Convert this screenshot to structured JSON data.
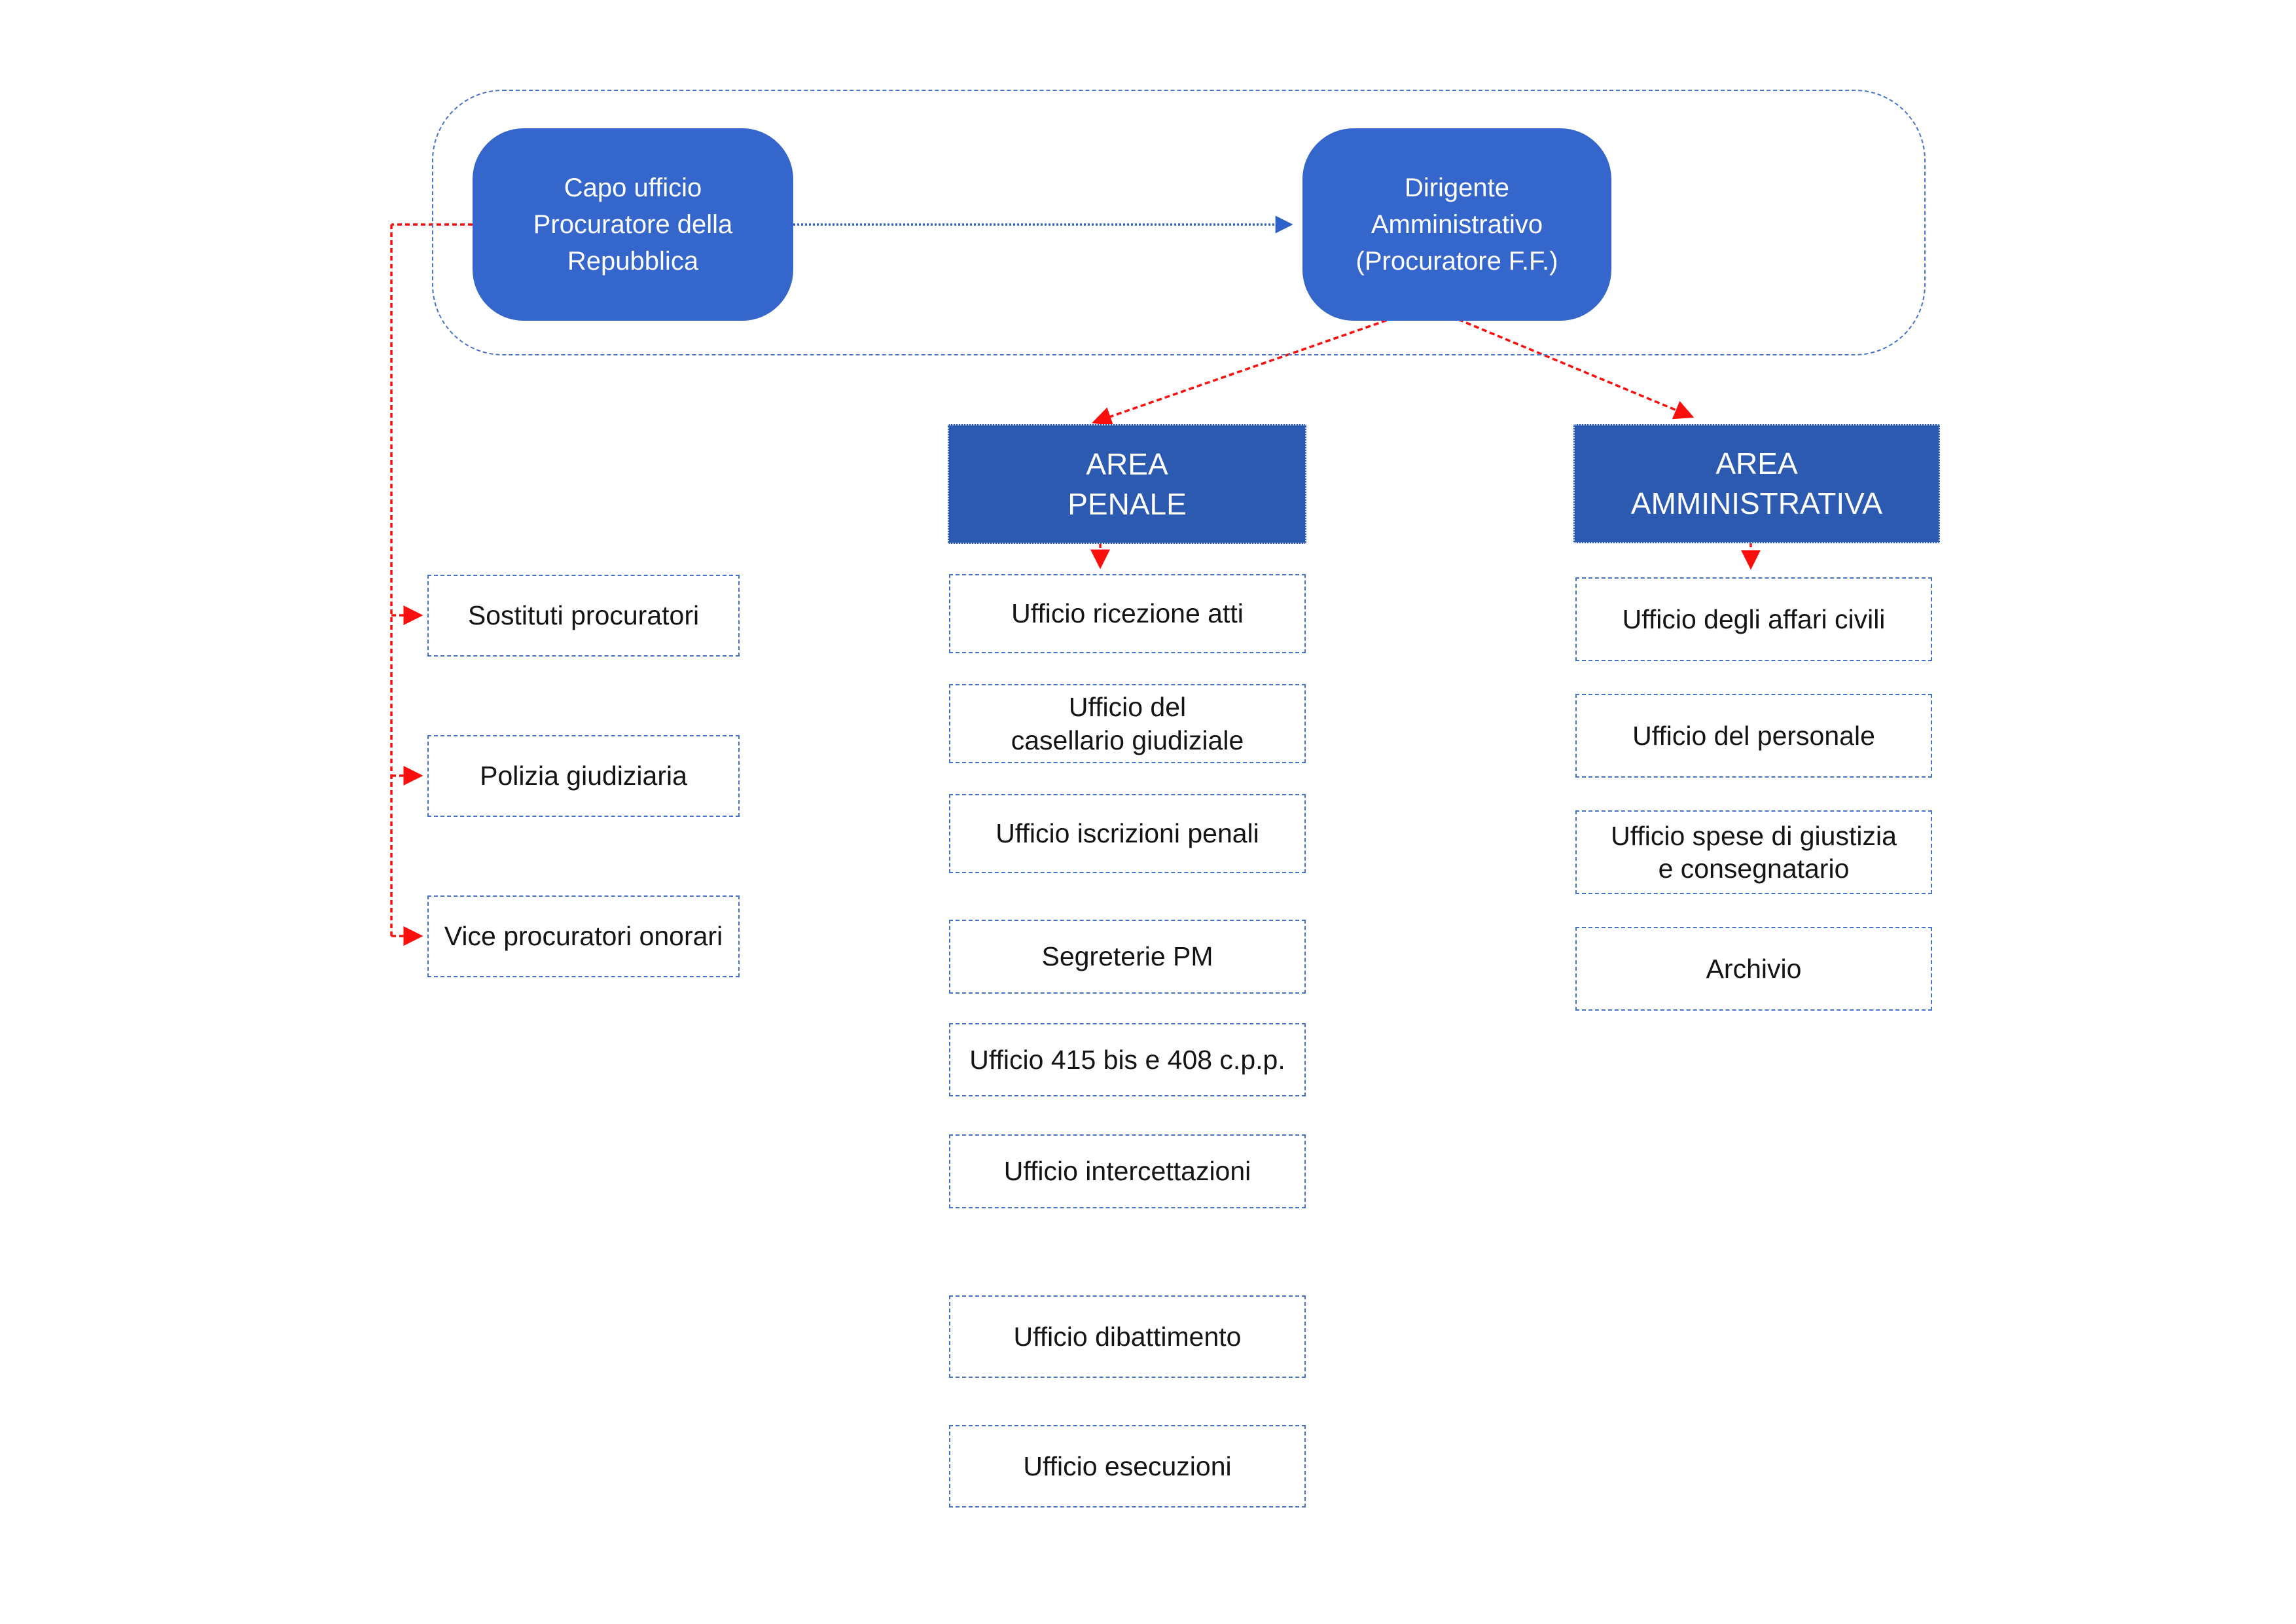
{
  "colors": {
    "node-fill": "#3566CC",
    "header-fill": "#2B5AB0",
    "line-red": "#FA0F0C",
    "line-blue": "#2E62C9",
    "box-border": "#4673C8",
    "text-dark": "#141414",
    "text-light": "#FFFFFF"
  },
  "top_section": {
    "capo_label": "Capo ufficio\nProcuratore della\nRepubblica",
    "dirigente_label": "Dirigente\nAmministrativo\n(Procuratore F.F.)"
  },
  "left_column": {
    "items": [
      {
        "label": "Sostituti procuratori"
      },
      {
        "label": "Polizia giudiziaria"
      },
      {
        "label": "Vice procuratori onorari"
      }
    ]
  },
  "area_penale": {
    "header_label": "AREA\nPENALE",
    "items": [
      {
        "label": "Ufficio ricezione atti"
      },
      {
        "label": "Ufficio del\ncasellario giudiziale"
      },
      {
        "label": "Ufficio iscrizioni penali"
      },
      {
        "label": "Segreterie PM"
      },
      {
        "label": "Ufficio 415 bis e 408 c.p.p."
      },
      {
        "label": "Ufficio intercettazioni"
      },
      {
        "label": "Ufficio dibattimento"
      },
      {
        "label": "Ufficio esecuzioni"
      }
    ]
  },
  "area_amministrativa": {
    "header_label": "AREA\nAMMINISTRATIVA",
    "items": [
      {
        "label": "Ufficio degli affari civili"
      },
      {
        "label": "Ufficio del personale"
      },
      {
        "label": "Ufficio spese di giustizia\ne consegnatario"
      },
      {
        "label": "Archivio"
      }
    ]
  }
}
